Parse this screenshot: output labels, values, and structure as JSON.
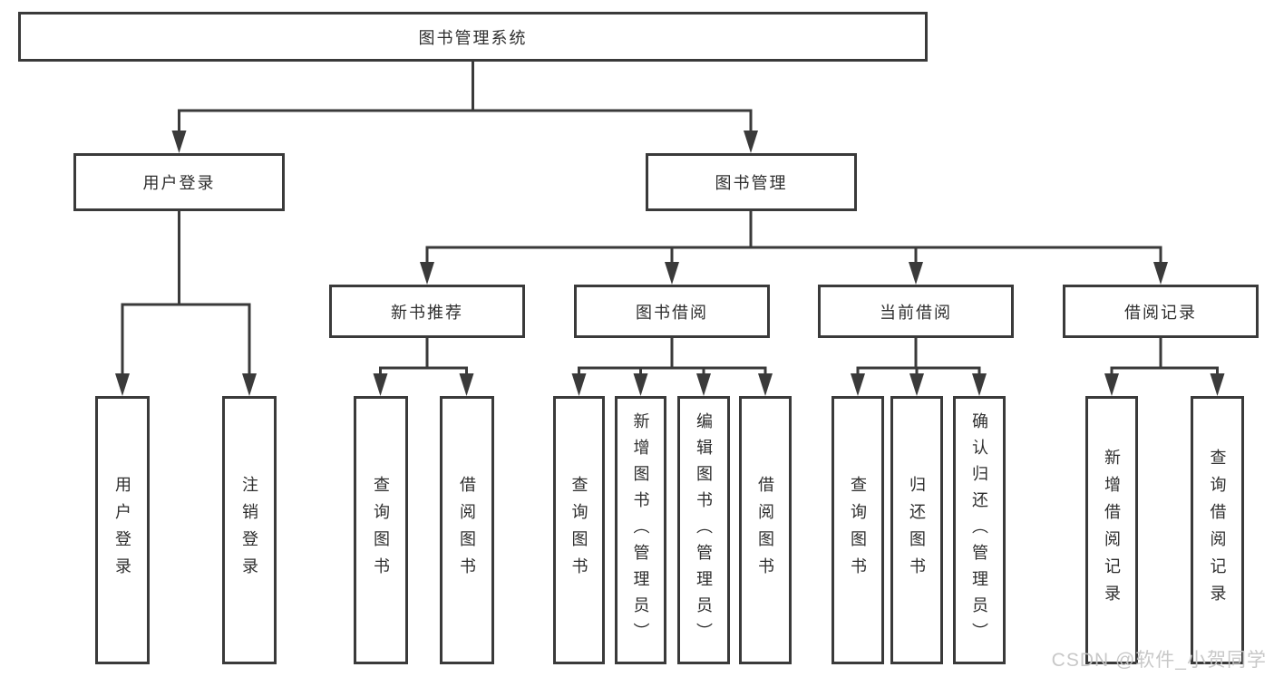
{
  "diagram": {
    "title": "图书管理系统",
    "tree": {
      "label": "图书管理系统",
      "children": [
        {
          "label": "用户登录",
          "children": [
            {
              "label": "用户登录"
            },
            {
              "label": "注销登录"
            }
          ]
        },
        {
          "label": "图书管理",
          "children": [
            {
              "label": "新书推荐",
              "children": [
                {
                  "label": "查询图书"
                },
                {
                  "label": "借阅图书"
                }
              ]
            },
            {
              "label": "图书借阅",
              "children": [
                {
                  "label": "查询图书"
                },
                {
                  "label": "新增图书（管理员）"
                },
                {
                  "label": "编辑图书（管理员）"
                },
                {
                  "label": "借阅图书"
                }
              ]
            },
            {
              "label": "当前借阅",
              "children": [
                {
                  "label": "查询图书"
                },
                {
                  "label": "归还图书"
                },
                {
                  "label": "确认归还（管理员）"
                }
              ]
            },
            {
              "label": "借阅记录",
              "children": [
                {
                  "label": "新增借阅记录"
                },
                {
                  "label": "查询借阅记录"
                }
              ]
            }
          ]
        }
      ]
    }
  },
  "watermark": {
    "text": "CSDN @软件_小贺同学"
  },
  "colors": {
    "line": "#3a3a3a",
    "text": "#2e2e2e",
    "background": "#ffffff",
    "watermark": "#c5c5c5"
  }
}
